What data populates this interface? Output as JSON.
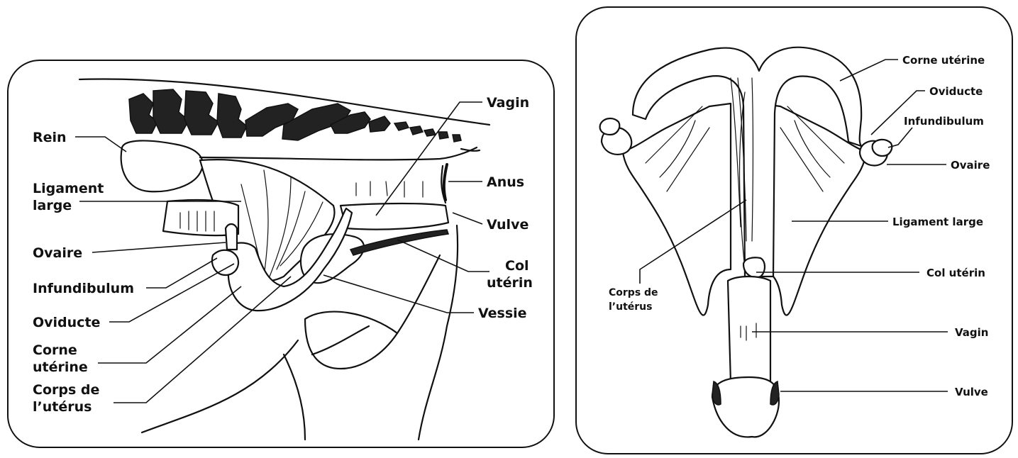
{
  "left_diagram": {
    "labels": {
      "rein": "Rein",
      "ligament_large_1": "Ligament",
      "ligament_large_2": "large",
      "ovaire": "Ovaire",
      "infundibulum": "Infundibulum",
      "oviducte": "Oviducte",
      "corne_uterine_1": "Corne",
      "corne_uterine_2": "utérine",
      "corps_uterus_1": "Corps de",
      "corps_uterus_2": "l’utérus",
      "vagin": "Vagin",
      "anus": "Anus",
      "vulve": "Vulve",
      "col_uterin_1": "Col",
      "col_uterin_2": "utérin",
      "vessie": "Vessie"
    }
  },
  "right_diagram": {
    "labels": {
      "corne_uterine": "Corne utérine",
      "oviducte": "Oviducte",
      "infundibulum": "Infundibulum",
      "ovaire": "Ovaire",
      "ligament_large": "Ligament large",
      "col_uterin": "Col utérin",
      "vagin": "Vagin",
      "vulve": "Vulve",
      "corps_uterus_1": "Corps de",
      "corps_uterus_2": "l’utérus"
    }
  }
}
